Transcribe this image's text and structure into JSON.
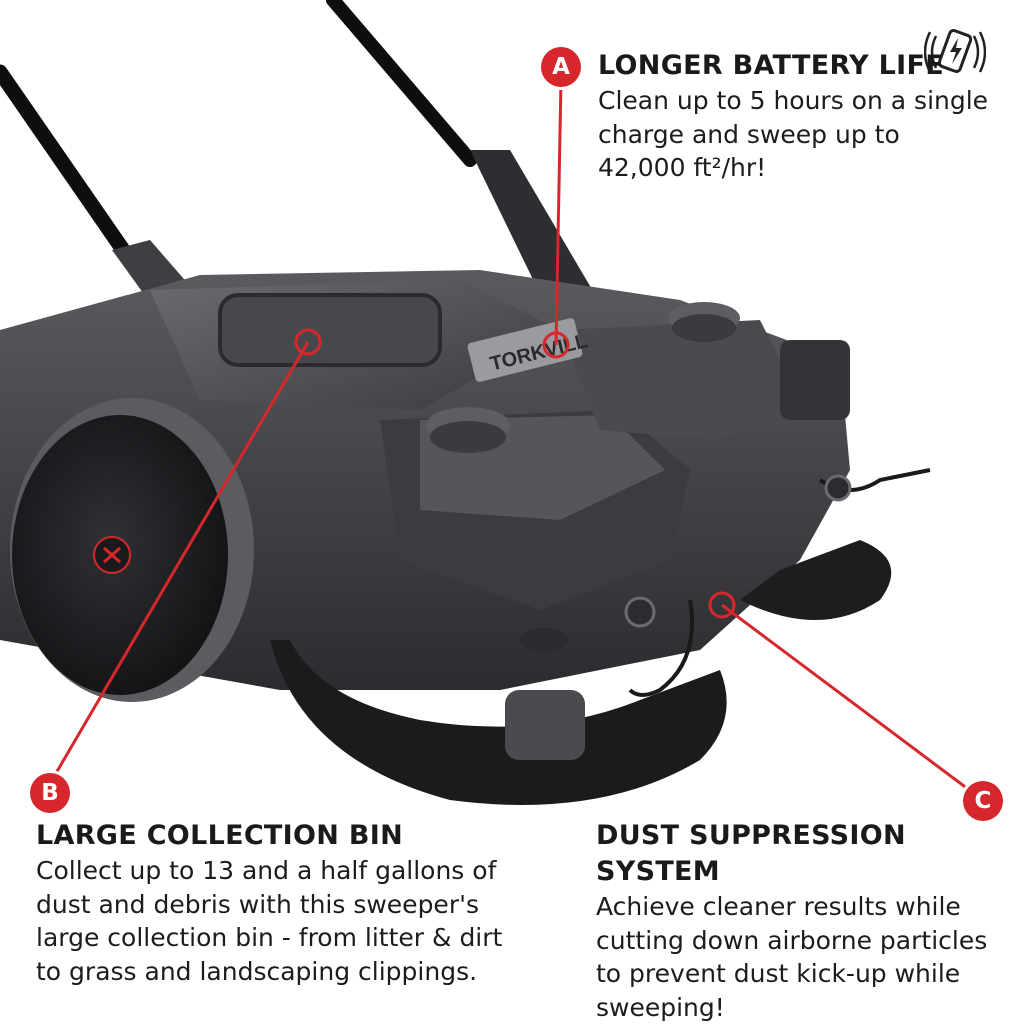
{
  "colors": {
    "accent": "#d6282c",
    "product_body": "#3a3b3e",
    "text": "#1a1a1a"
  },
  "product": {
    "brand_text": "TORKVILL",
    "image": "push floor sweeper with side brushes, large rear wheel, dual handles"
  },
  "features": {
    "a": {
      "badge": "A",
      "icon": "battery-vibration-icon",
      "title": "LONGER BATTERY LIFE",
      "body": "Clean up to 5 hours on a single\ncharge and sweep up to\n42,000 ft²/hr!"
    },
    "b": {
      "badge": "B",
      "title": "LARGE COLLECTION BIN",
      "body": "Collect up to 13 and a half gallons of\ndust and debris with this sweeper's\nlarge collection bin - from litter & dirt\nto grass and landscaping clippings."
    },
    "c": {
      "badge": "C",
      "title": "DUST SUPPRESSION SYSTEM",
      "body": "Achieve cleaner results while\ncutting down airborne particles\nto prevent dust kick-up while\nsweeping!"
    }
  }
}
